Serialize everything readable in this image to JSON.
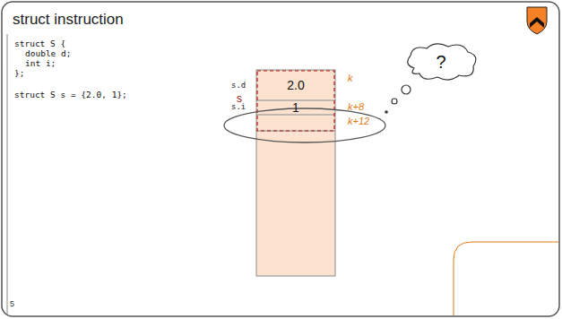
{
  "diagram": {
    "title": "struct instruction",
    "nodes": [
      {
        "text": [
          "2.0"
        ]
      },
      {
        "text": [
          "1"
        ]
      },
      {
        "text": [
          "?"
        ]
      }
    ],
    "labels": [
      "struct S {",
      "double d;",
      "int i;",
      "};",
      "struct S s = {2.0, 1};",
      "s.d",
      "s",
      "s.i",
      "k",
      "k+8",
      "k+12",
      "5"
    ]
  }
}
